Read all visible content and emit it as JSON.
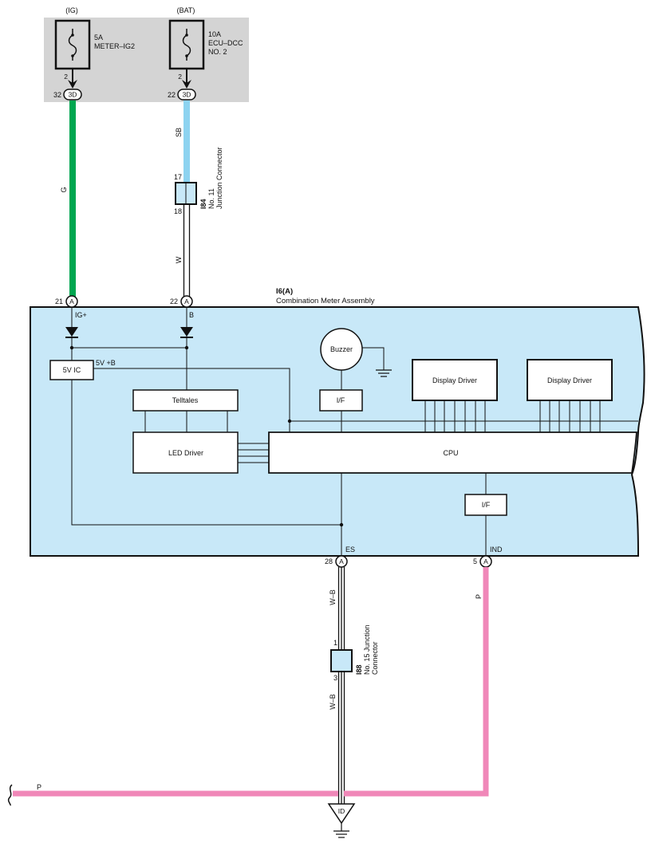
{
  "colors": {
    "fuse_box_bg": "#d4d4d4",
    "meter_bg": "#c8e8f8",
    "wire_green": "#00a650",
    "wire_sky_blue": "#8dd3f0",
    "wire_pink": "#f087b8",
    "ink": "#111111"
  },
  "fuse_box": {
    "ig": {
      "supply": "(IG)",
      "rating": "5A",
      "name": "METER–IG2",
      "terminal": "2",
      "connector_pin": "32",
      "connector": "3D"
    },
    "bat": {
      "supply": "(BAT)",
      "rating": "10A",
      "name_line1": "ECU–DCC",
      "name_line2": "NO. 2",
      "terminal": "2",
      "connector_pin": "22",
      "connector": "3D"
    }
  },
  "wires": {
    "g": "G",
    "sb": "SB",
    "w": "W",
    "wb_upper": "W–B",
    "wb_lower": "W–B",
    "p_vertical": "P",
    "p_horizontal": "P"
  },
  "junction_i84": {
    "id": "I84",
    "name_line1": "No. 11",
    "name_line2": "Junction Connector",
    "pin_in": "17",
    "pin_out": "18"
  },
  "junction_i88": {
    "id": "I88",
    "name_line1": "No. 15 Junction",
    "name_line2": "Connector",
    "pin_in": "1",
    "pin_out": "3"
  },
  "meter": {
    "id": "I6(A)",
    "name": "Combination Meter Assembly",
    "connector": "A",
    "pins": [
      {
        "pin": "21",
        "signal": "IG+"
      },
      {
        "pin": "22",
        "signal": "B"
      },
      {
        "pin": "28",
        "signal": "ES"
      },
      {
        "pin": "5",
        "signal": "IND"
      }
    ],
    "supply_label": "5V +B",
    "blocks": {
      "regulator": "5V IC",
      "buzzer": "Buzzer",
      "telltales": "Telltales",
      "led_driver": "LED Driver",
      "if_upper": "I/F",
      "if_lower": "I/F",
      "cpu": "CPU",
      "display_driver_1": "Display Driver",
      "display_driver_2": "Display Driver"
    }
  },
  "ground": {
    "id": "ID"
  }
}
